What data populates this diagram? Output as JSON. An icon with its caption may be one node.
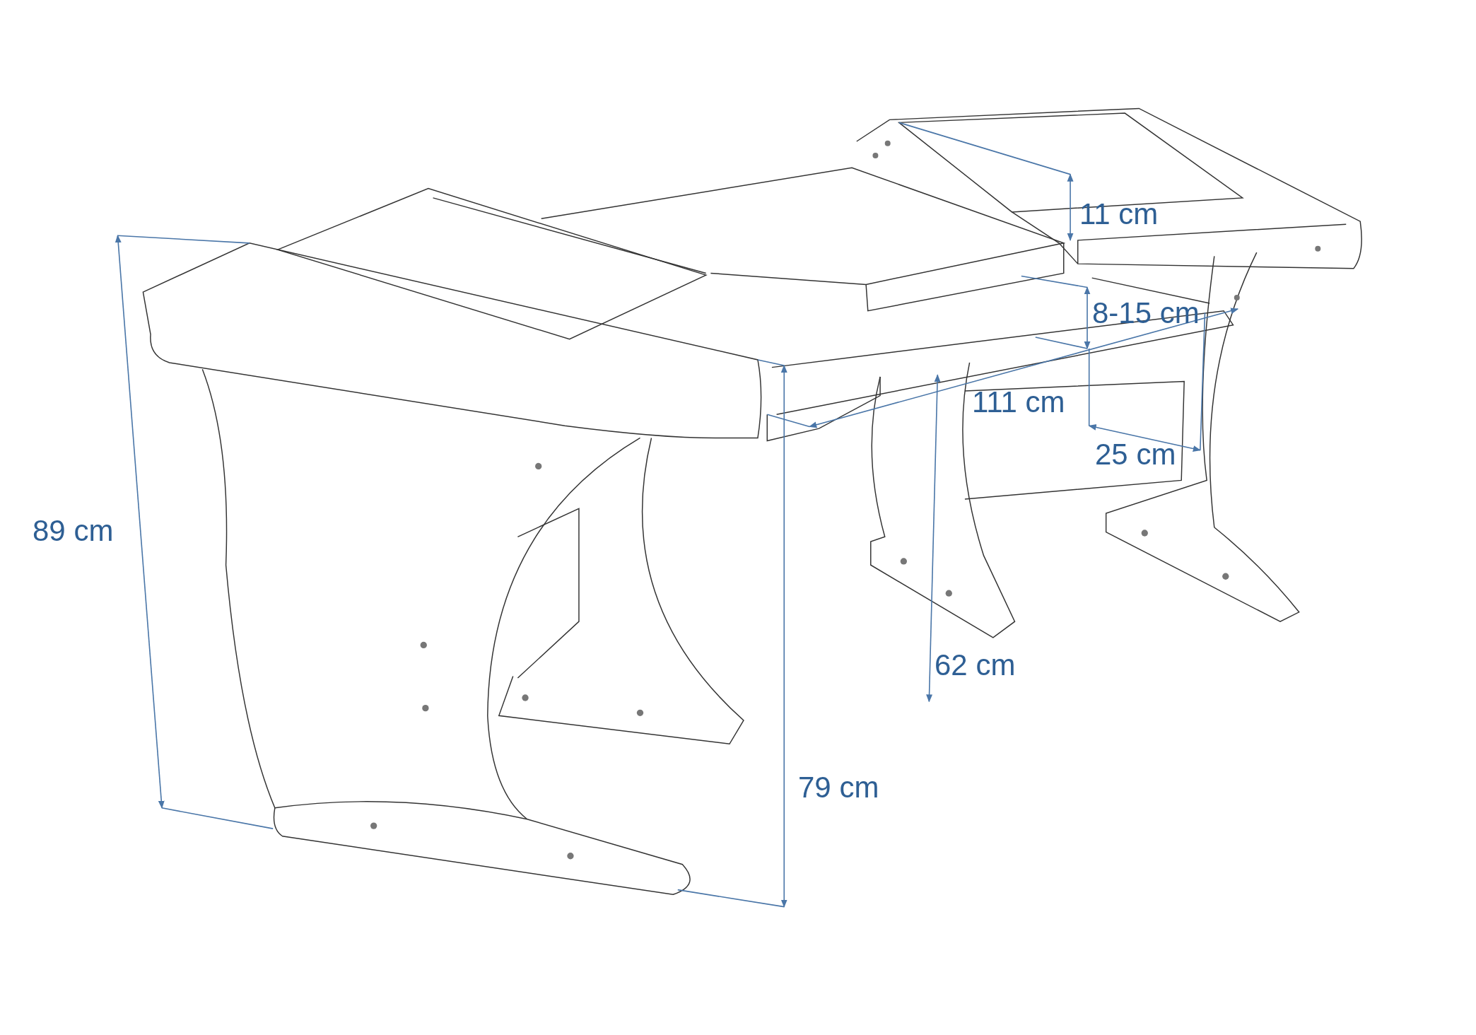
{
  "diagram": {
    "labels": [
      "11 cm",
      "8-15 cm",
      "111 cm",
      "25 cm",
      "89 cm",
      "62 cm",
      "79 cm"
    ]
  }
}
